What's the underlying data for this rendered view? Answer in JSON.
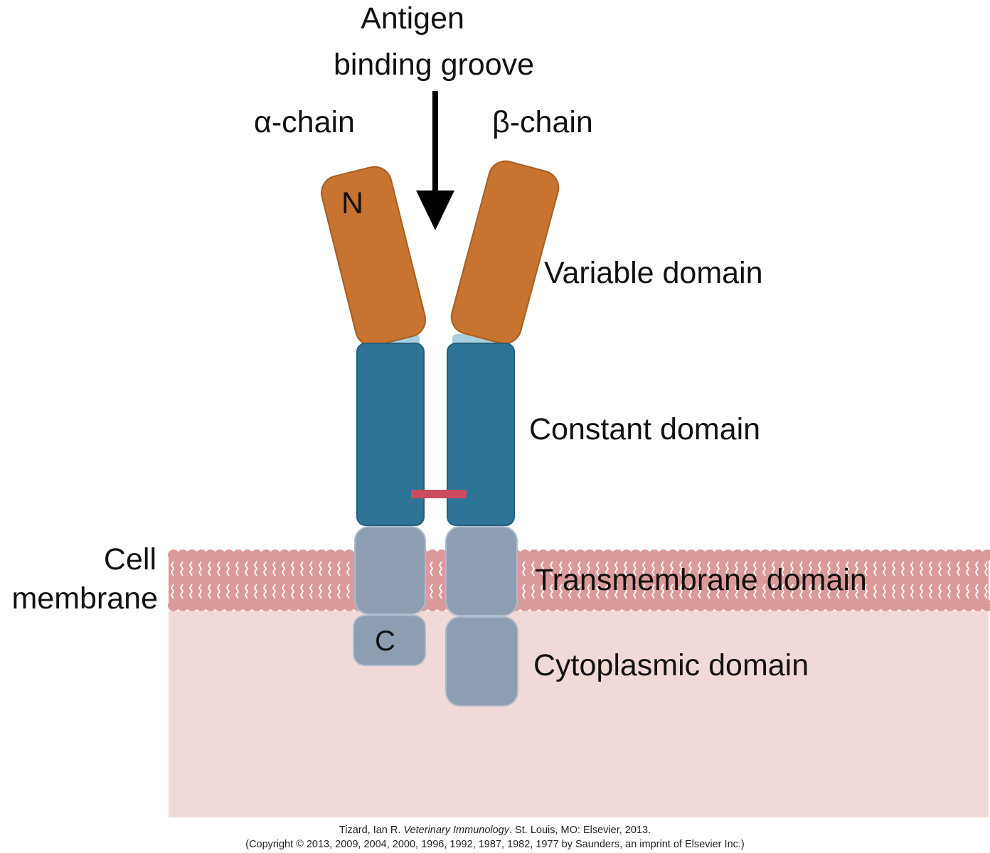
{
  "labels": {
    "antigen_line1": "Antigen",
    "antigen_line2": "binding groove",
    "alpha_chain": "α-chain",
    "beta_chain": "β-chain",
    "variable_domain": "Variable domain",
    "constant_domain": "Constant domain",
    "cell_membrane_line1": "Cell",
    "cell_membrane_line2": "membrane",
    "transmembrane_domain": "Transmembrane domain",
    "cytoplasmic_domain": "Cytoplasmic domain",
    "n_terminus": "N",
    "c_terminus": "C"
  },
  "citation": {
    "prefix": "Tizard, Ian R. ",
    "book": "Veterinary Immunology",
    "suffix": ". St. Louis, MO: Elsevier, 2013.",
    "line2": "(Copyright © 2013, 2009, 2004, 2000, 1996, 1992, 1987, 1982, 1977 by Saunders, an imprint of Elsevier Inc.)"
  },
  "colors": {
    "variable": "#c8732f",
    "constant": "#2e7496",
    "transmembrane": "#8d9db2",
    "hinge": "#a8cfe0",
    "membrane_head": "#db9a9a",
    "membrane_tail": "#ffffff",
    "cytoplasm": "#f1d9d7",
    "disulfide": "#cc4b5e",
    "arrow": "#000000"
  }
}
